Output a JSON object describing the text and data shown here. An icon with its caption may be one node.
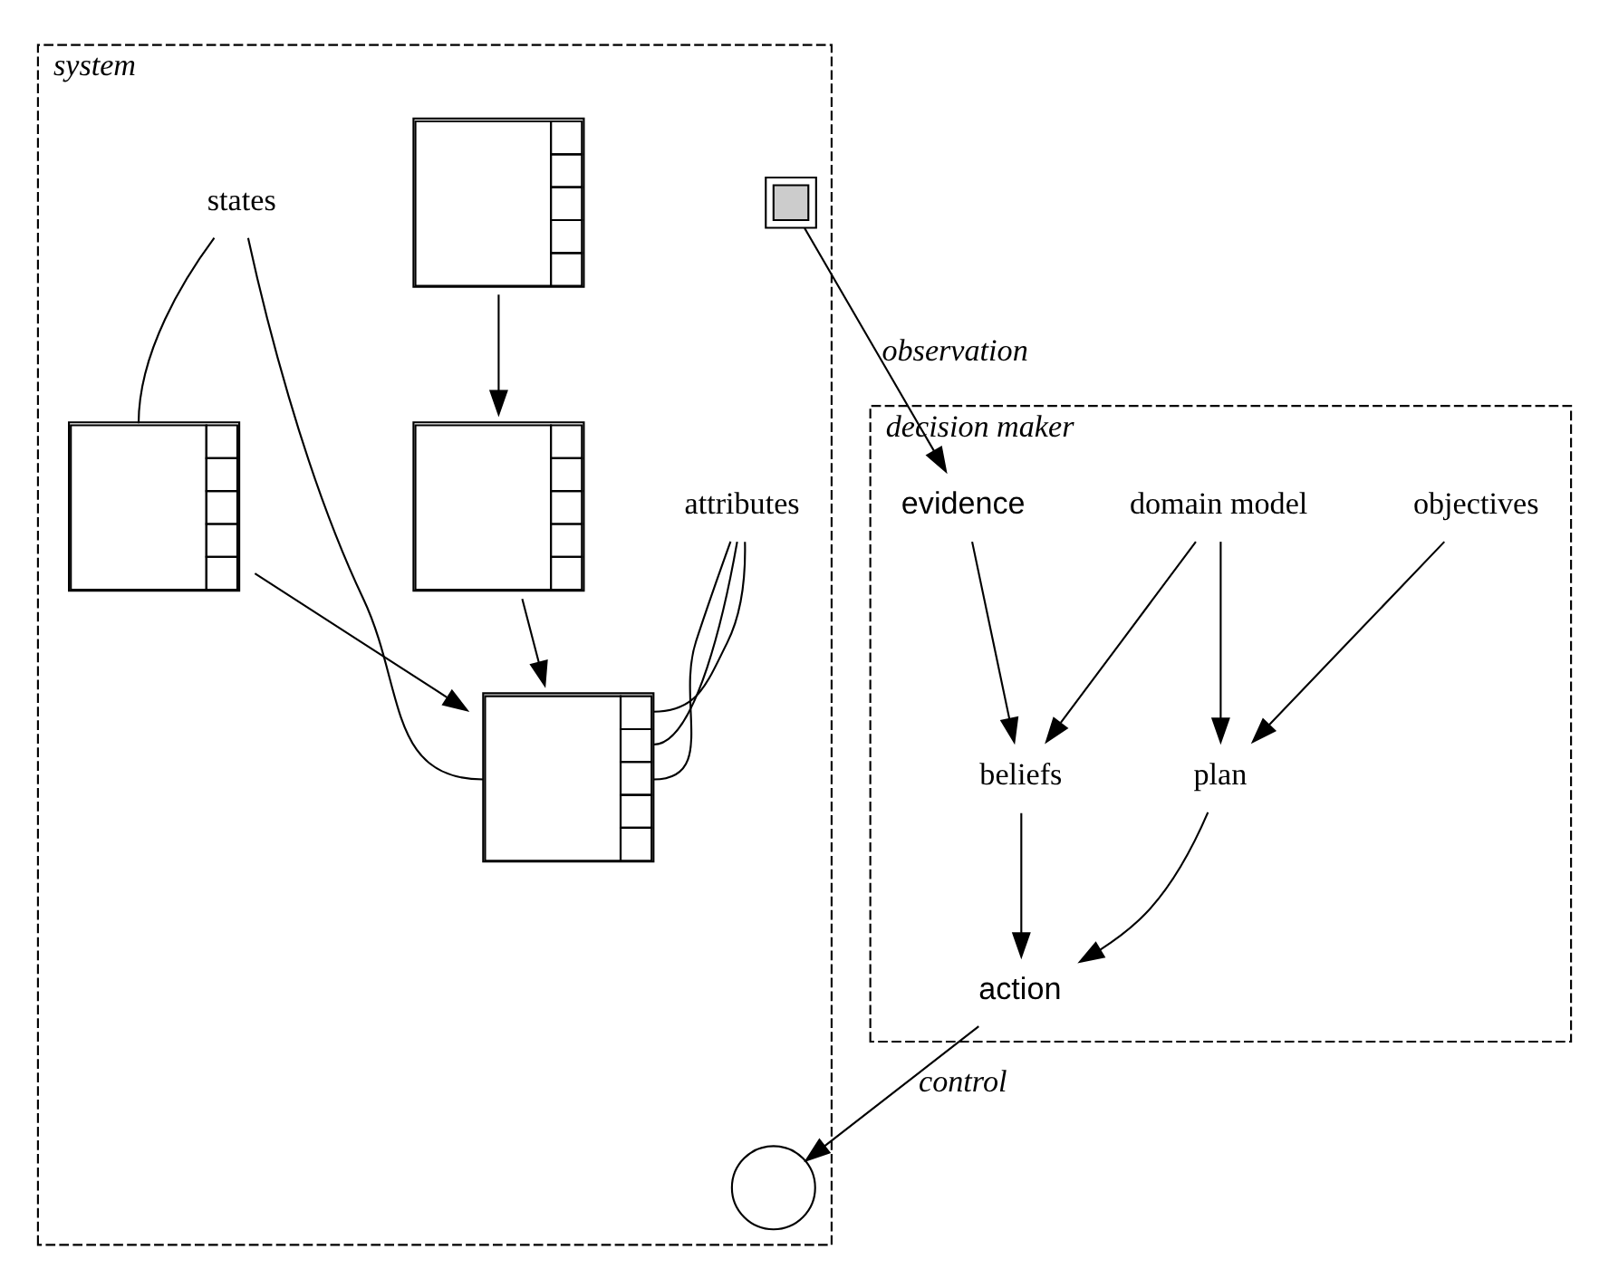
{
  "diagram": {
    "nodes": [
      {
        "text": [
          "system"
        ]
      },
      {
        "text": [
          "states"
        ],
        "in": 0
      },
      {
        "text": [
          "attributes"
        ],
        "in": 0
      },
      {
        "text": [],
        "shape": "box",
        "in": 0
      },
      {
        "text": [],
        "shape": "box",
        "in": 0
      },
      {
        "text": [],
        "shape": "circle",
        "in": 0
      },
      {
        "text": [],
        "shape": "box",
        "in": 0
      },
      {
        "text": [],
        "shape": "box",
        "in": 0
      },
      {
        "text": [],
        "shape": "box",
        "in": 0
      },
      {
        "text": [
          "decision maker"
        ]
      },
      {
        "text": [
          "action"
        ],
        "in": 9
      },
      {
        "text": [
          "beliefs"
        ],
        "in": 9
      },
      {
        "text": [
          "plan"
        ],
        "in": 9
      },
      {
        "text": [
          "evidence"
        ],
        "in": 9
      },
      {
        "text": [
          "domain model"
        ],
        "in": 9
      },
      {
        "text": [
          "objectives"
        ],
        "in": 9
      }
    ],
    "edges": [
      {
        "from": 1,
        "to": 3,
        "arrow": "none"
      },
      {
        "from": 1,
        "to": 4,
        "arrow": "none"
      },
      {
        "from": 2,
        "to": 4,
        "arrow": "none"
      },
      {
        "from": 2,
        "to": 4,
        "arrow": "none"
      },
      {
        "from": 2,
        "to": 4,
        "arrow": "none"
      },
      {
        "from": 3,
        "to": 4,
        "arrow": "to"
      },
      {
        "from": 7,
        "to": 4,
        "arrow": "to"
      },
      {
        "from": 6,
        "to": 7,
        "arrow": "to"
      },
      {
        "from": 10,
        "to": 5,
        "arrow": "to",
        "label": "control"
      },
      {
        "from": 8,
        "to": 13,
        "arrow": "to",
        "label": "observation"
      },
      {
        "from": 13,
        "to": 11,
        "arrow": "to"
      },
      {
        "from": 14,
        "to": 11,
        "arrow": "to"
      },
      {
        "from": 14,
        "to": 12,
        "arrow": "to"
      },
      {
        "from": 15,
        "to": 12,
        "arrow": "to"
      },
      {
        "from": 11,
        "to": 10,
        "arrow": "to"
      },
      {
        "from": 12,
        "to": 10,
        "arrow": "to"
      }
    ]
  }
}
